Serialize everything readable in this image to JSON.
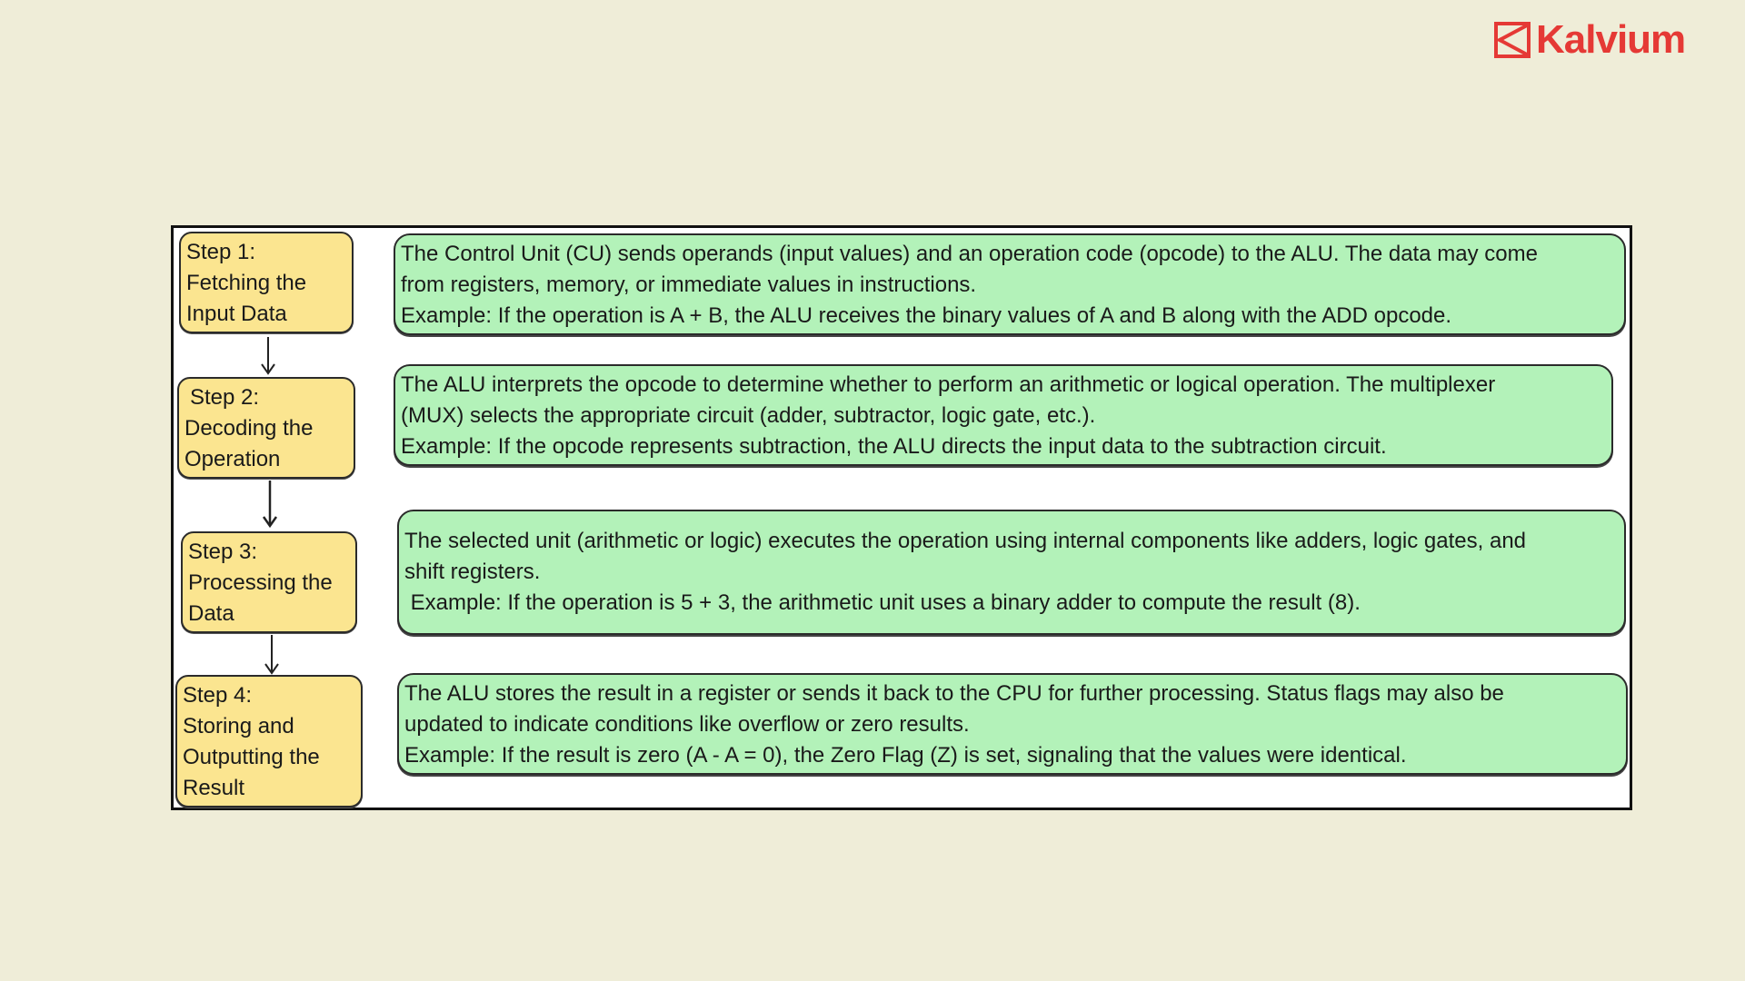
{
  "brand": {
    "name": "Kalvium",
    "color": "#E53935",
    "icon": "kalvium-logo-icon"
  },
  "colors": {
    "background": "#EFEDD8",
    "step_fill": "#FBE590",
    "description_fill": "#B3F2B9"
  },
  "steps": [
    {
      "title_lines": [
        "Step 1:",
        "Fetching the",
        "Input Data"
      ],
      "description_lines": [
        "The Control Unit (CU) sends operands (input values) and an operation code (opcode) to the ALU. The data may come",
        "from registers, memory, or immediate values in instructions.",
        "Example: If the operation is A + B, the ALU receives the binary values of A and B along with the ADD opcode."
      ]
    },
    {
      "title_lines": [
        "Step 2:",
        "Decoding the",
        "Operation"
      ],
      "description_lines": [
        "The ALU interprets the opcode to determine whether to perform an arithmetic or logical operation. The multiplexer",
        "(MUX) selects the appropriate circuit (adder, subtractor, logic gate, etc.).",
        "Example: If the opcode represents subtraction, the ALU directs the input data to the subtraction circuit."
      ]
    },
    {
      "title_lines": [
        "Step 3:",
        "Processing the",
        "Data"
      ],
      "description_lines": [
        "The selected unit (arithmetic or logic) executes the operation using internal components like adders, logic gates, and",
        "shift registers.",
        " Example: If the operation is 5 + 3, the arithmetic unit uses a binary adder to compute the result (8)."
      ]
    },
    {
      "title_lines": [
        "Step 4:",
        "Storing and",
        "Outputting the",
        "Result"
      ],
      "description_lines": [
        "The ALU stores the result in a register or sends it back to the CPU for further processing. Status flags may also be",
        "updated to indicate conditions like overflow or zero results.",
        "Example: If the result is zero (A - A = 0), the Zero Flag (Z) is set, signaling that the values were identical."
      ]
    }
  ]
}
